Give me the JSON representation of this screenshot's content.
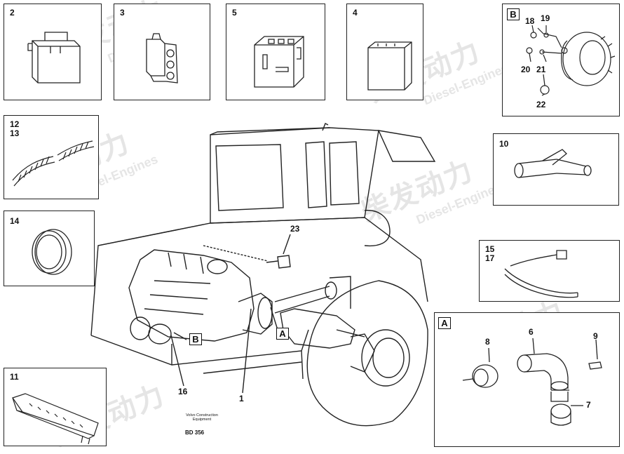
{
  "panels": [
    {
      "id": "p2",
      "label": "2"
    },
    {
      "id": "p3",
      "label": "3"
    },
    {
      "id": "p5",
      "label": "5"
    },
    {
      "id": "p4",
      "label": "4"
    },
    {
      "id": "pB",
      "label": "B"
    },
    {
      "id": "p1213",
      "label": "12\n13"
    },
    {
      "id": "p10",
      "label": "10"
    },
    {
      "id": "p14",
      "label": "14"
    },
    {
      "id": "p1517",
      "label": "15\n17"
    },
    {
      "id": "pA",
      "label": "A"
    },
    {
      "id": "p11",
      "label": "11"
    }
  ],
  "callouts": {
    "b18": "18",
    "b19": "19",
    "b20": "20",
    "b21": "21",
    "b22": "22",
    "a8": "8",
    "a6": "6",
    "a9": "9",
    "a7": "7",
    "m23": "23",
    "m16": "16",
    "m1": "1",
    "tagA": "A",
    "tagB": "B"
  },
  "credit": "Volvo Construction\nEquipment",
  "reference": "BD 356",
  "watermark": {
    "cn": "柴发动力",
    "en": "Diesel-Engines"
  }
}
